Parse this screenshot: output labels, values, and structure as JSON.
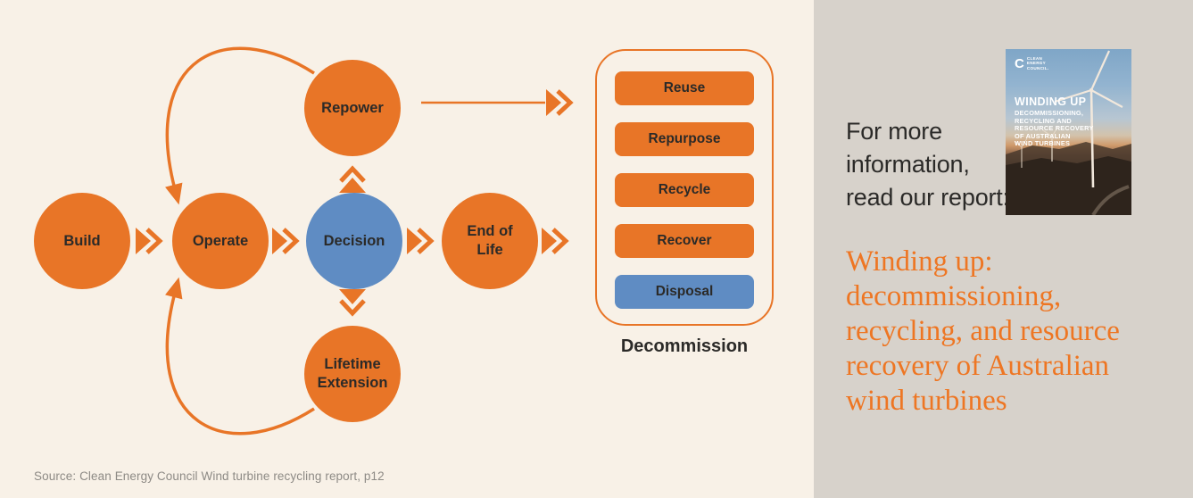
{
  "colors": {
    "orange": "#E87527",
    "blue": "#5F8CC3",
    "cream_background": "#F8F1E7",
    "sidebar_background": "#D7D2CB",
    "dark_text": "#2B2A28",
    "serif_title_orange": "#EE7623"
  },
  "diagram": {
    "nodes": {
      "build": "Build",
      "operate": "Operate",
      "decision": "Decision",
      "end_of_life": "End of Life",
      "repower": "Repower",
      "lifetime_extension": "Lifetime Extension"
    },
    "decommission": {
      "label": "Decommission",
      "options": [
        "Reuse",
        "Repurpose",
        "Recycle",
        "Recover",
        "Disposal"
      ]
    },
    "source": "Source: Clean Energy Council Wind turbine recycling report, p12"
  },
  "sidebar": {
    "intro": "For more information, read our report:",
    "report_title": "Winding up: decommissioning, recycling, and resource recovery of Australian wind turbines",
    "cover": {
      "logo_mark": "C",
      "logo_text": "CLEAN\nENERGY\nCOUNCIL.",
      "title": "WINDING UP",
      "subtitle": "DECOMMISSIONING,\nRECYCLING AND\nRESOURCE RECOVERY\nOF AUSTRALIAN\nWIND TURBINES"
    }
  }
}
